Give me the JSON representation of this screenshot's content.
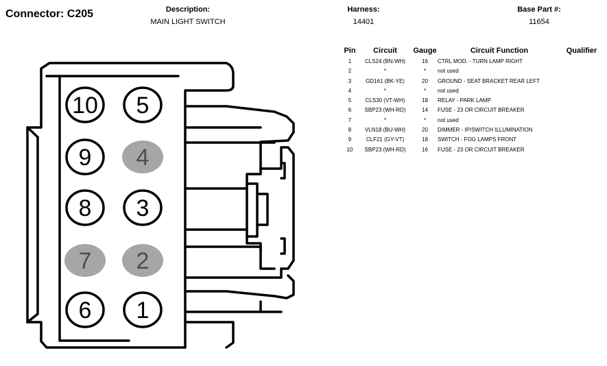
{
  "connector": {
    "title": "Connector: C205"
  },
  "header": {
    "description_label": "Description:",
    "description_value": "MAIN LIGHT SWITCH",
    "harness_label": "Harness:",
    "harness_value": "14401",
    "base_part_label": "Base Part #:",
    "base_part_value": "11654"
  },
  "table": {
    "headers": [
      "Pin",
      "Circuit",
      "Gauge",
      "Circuit Function",
      "Qualifier"
    ],
    "rows": [
      {
        "pin": "1",
        "circuit": "CLS24 (BN-WH)",
        "gauge": "16",
        "function": "CTRL MOD. - TURN LAMP RIGHT"
      },
      {
        "pin": "2",
        "circuit": "*",
        "gauge": "*",
        "function": "not used"
      },
      {
        "pin": "3",
        "circuit": "GD161 (BK-YE)",
        "gauge": "20",
        "function": "GROUND - SEAT BRACKET REAR LEFT"
      },
      {
        "pin": "4",
        "circuit": "*",
        "gauge": "*",
        "function": "not used"
      },
      {
        "pin": "5",
        "circuit": "CLS30 (VT-WH)",
        "gauge": "18",
        "function": "RELAY - PARK LAMP"
      },
      {
        "pin": "6",
        "circuit": "SBP23 (WH-RD)",
        "gauge": "14",
        "function": "FUSE - 23 OR CIRCUIT BREAKER"
      },
      {
        "pin": "7",
        "circuit": "*",
        "gauge": "*",
        "function": "not used"
      },
      {
        "pin": "8",
        "circuit": "VLN18 (BU-WH)",
        "gauge": "20",
        "function": "DIMMER - IP/SWITCH ILLUMINATION"
      },
      {
        "pin": "9",
        "circuit": "CLF21 (GY-VT)",
        "gauge": "18",
        "function": "SWITCH - FOG LAMPS FRONT"
      },
      {
        "pin": "10",
        "circuit": "SBP23 (WH-RD)",
        "gauge": "16",
        "function": "FUSE - 23 OR CIRCUIT BREAKER"
      }
    ]
  },
  "diagram": {
    "pins": [
      {
        "label": "10",
        "used": true
      },
      {
        "label": "5",
        "used": true
      },
      {
        "label": "9",
        "used": true
      },
      {
        "label": "4",
        "used": false
      },
      {
        "label": "8",
        "used": true
      },
      {
        "label": "3",
        "used": true
      },
      {
        "label": "7",
        "used": false
      },
      {
        "label": "2",
        "used": false
      },
      {
        "label": "6",
        "used": true
      },
      {
        "label": "1",
        "used": true
      }
    ],
    "colors": {
      "line": "#000000",
      "unused_fill": "#a6a6a6",
      "unused_text": "#4d4d4d"
    }
  }
}
